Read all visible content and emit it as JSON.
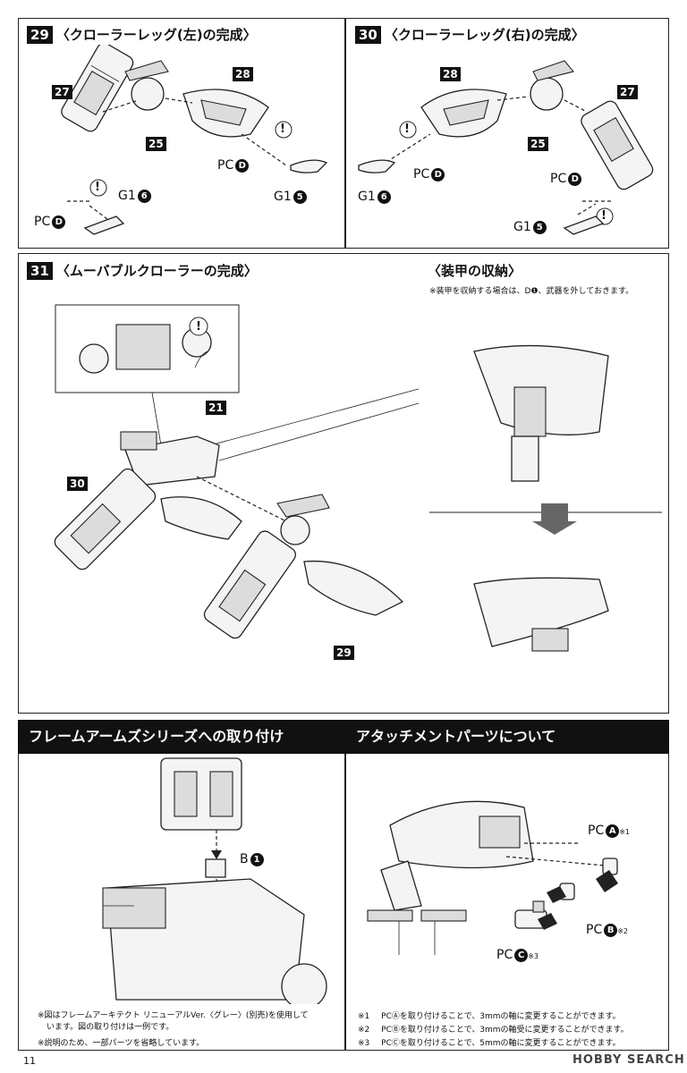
{
  "step29": {
    "num": "29",
    "title": "〈クローラーレッグ(左)の完成〉"
  },
  "step30": {
    "num": "30",
    "title": "〈クローラーレッグ(右)の完成〉"
  },
  "step31": {
    "num": "31",
    "title": "〈ムーバブルクローラーの完成〉"
  },
  "armor": {
    "title": "〈装甲の収納〉",
    "note": "※装甲を収納する場合は、D❶、武器を外しておきます。"
  },
  "tags": {
    "t27": "27",
    "t28": "28",
    "t25": "25",
    "t21": "21",
    "t30": "30",
    "t29": "29"
  },
  "labels": {
    "pc": "PC",
    "g1": "G1",
    "d": "D",
    "n6": "6",
    "n5": "5",
    "b": "B",
    "n1": "1",
    "a": "A",
    "bb": "B",
    "c": "C"
  },
  "warn": "!",
  "frame_section": {
    "title": "フレームアームズシリーズへの取り付け",
    "note1": "※図はフレームアーキテクト リニューアルVer.〈グレー〉(別売)を使用しています。図の取り付けは一例です。",
    "note1a": "※図はフレームアーキテクト リニューアルVer.〈グレー〉(別売)を使用して",
    "note1b": "います。図の取り付けは一例です。",
    "note2": "※説明のため、一部パーツを省略しています。"
  },
  "attach_section": {
    "title": "アタッチメントパーツについて",
    "sup1": "※1",
    "sup2": "※2",
    "sup3": "※3",
    "notes": [
      {
        "mark": "※1",
        "text": "PCⒶを取り付けることで、3mmの軸に変更することができます。"
      },
      {
        "mark": "※2",
        "text": "PCⒷを取り付けることで、3mmの軸受に変更することができます。"
      },
      {
        "mark": "※3",
        "text": "PCⒸを取り付けることで、5mmの軸に変更することができます。"
      }
    ]
  },
  "page_number": "11",
  "watermark": "HOBBY SEARCH"
}
